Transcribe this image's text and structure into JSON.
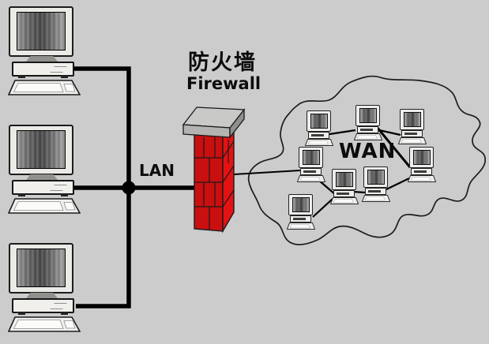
{
  "labels": {
    "firewall_zh": "防火墙",
    "firewall_en": "Firewall",
    "lan": "LAN",
    "wan": "WAN"
  },
  "colors": {
    "background": "#cccccc",
    "firewall_brick_front": "#c90f0f",
    "firewall_brick_side": "#e41212",
    "firewall_cap_top": "#c9c9c7",
    "firewall_cap_front": "#b3b3b1",
    "firewall_cap_side": "#8f8f8d",
    "line": "#000000"
  },
  "topology": {
    "lan_computer_count": 3,
    "wan_computer_count": 8
  }
}
